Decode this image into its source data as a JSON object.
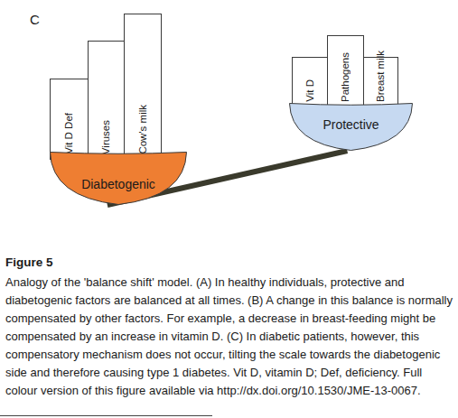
{
  "diagram": {
    "title": "Figure 5",
    "caption": "Analogy of the 'balance shift' model. (A) In healthy individuals, protective and diabetogenic factors are balanced at all times. (B) A change in this balance is normally compensated by other factors. For example, a decrease in breast-feeding might be compensated by an increase in vitamin D. (C) In diabetic patients, however, this compensatory mechanism does not occur, tilting the scale towards the diabetogenic side and therefore causing type 1 diabetes. Vit D, vitamin D; Def, deficiency. Full colour version of this figure available via http://dx.doi.org/10.1530/JME-13-0067.",
    "nodes": [
      {
        "text": [
          "Vit D Def"
        ]
      },
      {
        "text": [
          "Viruses"
        ]
      },
      {
        "text": [
          "Cow's milk"
        ]
      },
      {
        "text": [
          "Diabetogenic"
        ]
      },
      {
        "text": [
          "Vit D"
        ]
      },
      {
        "text": [
          "Pathogens"
        ]
      },
      {
        "text": [
          "Breast milk"
        ]
      },
      {
        "text": [
          "Protective"
        ]
      }
    ],
    "edges": [
      {
        "from": 3,
        "to": 7,
        "arrow": "none"
      }
    ],
    "labels": [
      "C"
    ]
  }
}
